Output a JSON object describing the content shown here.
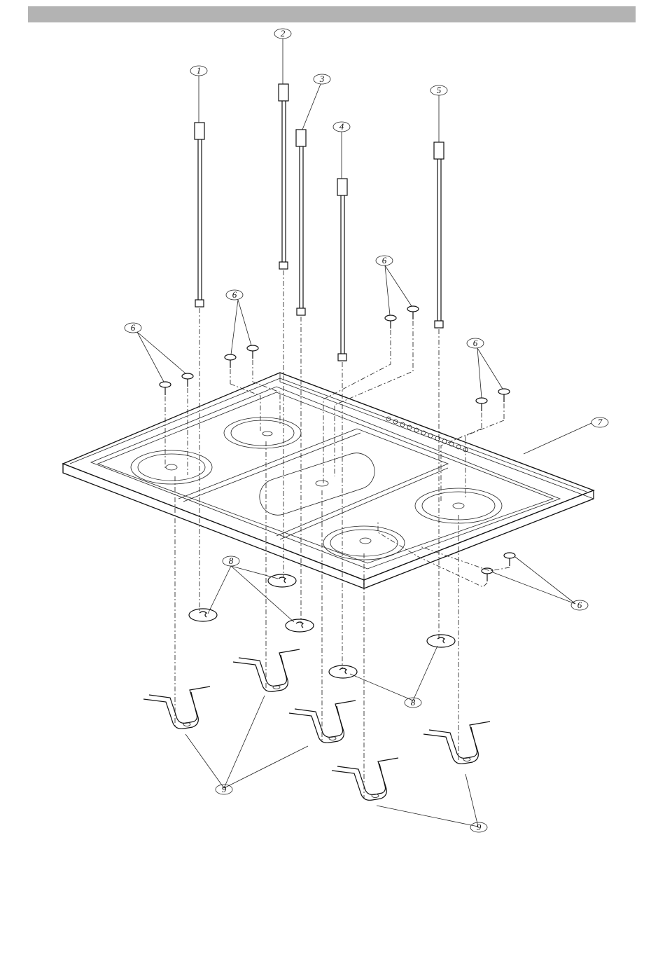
{
  "header": {
    "color": "#b3b3b3"
  },
  "callouts": [
    {
      "id": "c1",
      "label": "1"
    },
    {
      "id": "c2",
      "label": "2"
    },
    {
      "id": "c3",
      "label": "3"
    },
    {
      "id": "c4",
      "label": "4"
    },
    {
      "id": "c5",
      "label": "5"
    },
    {
      "id": "c6a",
      "label": "6"
    },
    {
      "id": "c6b",
      "label": "6"
    },
    {
      "id": "c6c",
      "label": "6"
    },
    {
      "id": "c6d",
      "label": "6"
    },
    {
      "id": "c6e",
      "label": "6"
    },
    {
      "id": "c7",
      "label": "7"
    },
    {
      "id": "c8a",
      "label": "8"
    },
    {
      "id": "c8b",
      "label": "8"
    },
    {
      "id": "c9a",
      "label": "9"
    },
    {
      "id": "c9b",
      "label": "9"
    }
  ]
}
